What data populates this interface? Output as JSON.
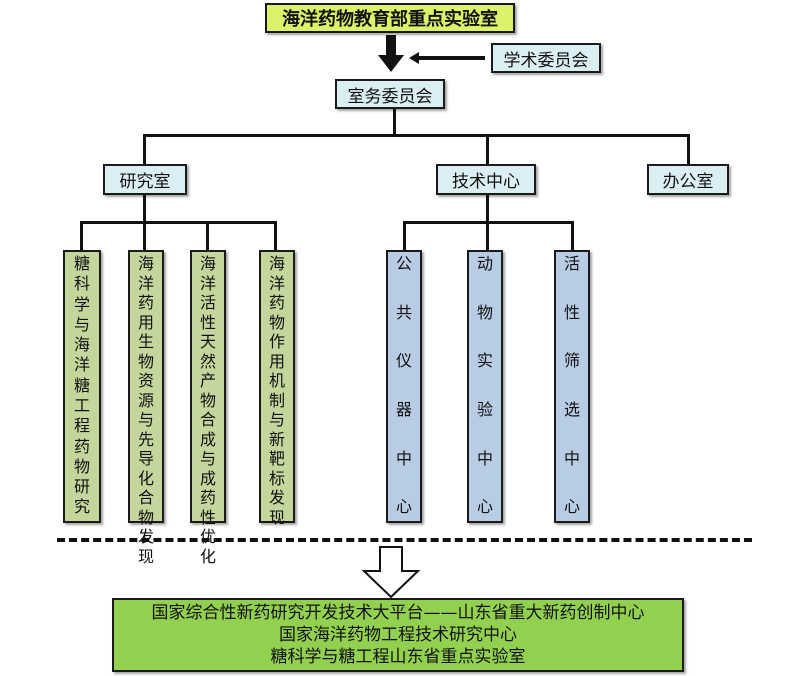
{
  "title": "海洋药物教育部重点实验室",
  "academic_committee": "学术委员会",
  "affairs_committee": "室务委员会",
  "departments": [
    {
      "label": "研究室"
    },
    {
      "label": "技术中心"
    },
    {
      "label": "办公室"
    }
  ],
  "research_units": [
    {
      "label": "糖科学与海洋糖工程药物研究"
    },
    {
      "label": "海洋药用生物资源与先导化合物发现"
    },
    {
      "label": "海洋活性天然产物合成与成药性优化"
    },
    {
      "label": "海洋药物作用机制与新靶标发现"
    }
  ],
  "tech_units": [
    {
      "label": "公共仪器中心"
    },
    {
      "label": "动物实验中心"
    },
    {
      "label": "活性筛选中心"
    }
  ],
  "platforms": [
    "国家综合性新药研究开发技术大平台——山东省重大新药创制中心",
    "国家海洋药物工程技术研究中心",
    "糖科学与糖工程山东省重点实验室"
  ],
  "colors": {
    "title_fill": "#ddf26a",
    "committee_fill": "#dbeef4",
    "research_fill": "#c4d69b",
    "tech_fill": "#b8cce4",
    "platform_fill": "#92d050"
  }
}
